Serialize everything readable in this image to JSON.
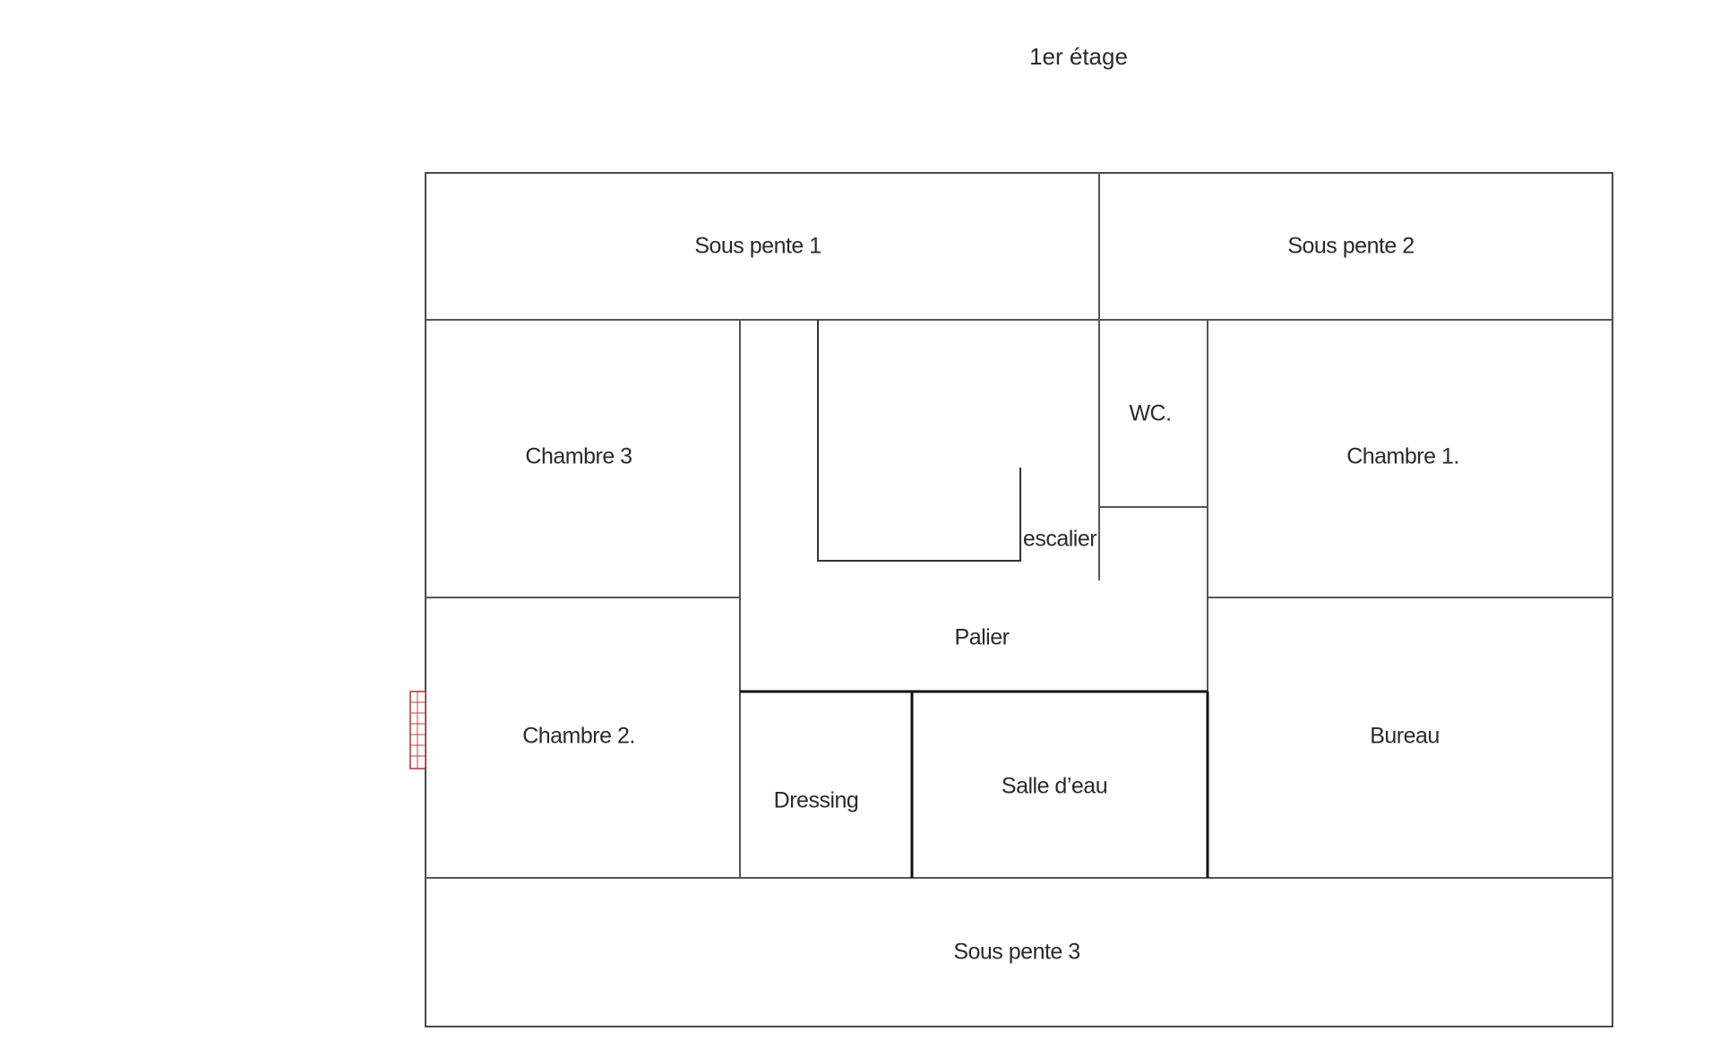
{
  "floor_title": "1er étage",
  "rooms": {
    "sous_pente_1": "Sous pente 1",
    "sous_pente_2": "Sous pente 2",
    "sous_pente_3": "Sous pente 3",
    "chambre_3": "Chambre 3",
    "chambre_2": "Chambre 2.",
    "chambre_1": "Chambre 1.",
    "bureau": "Bureau",
    "wc": "WC.",
    "escalier": "escalier",
    "palier": "Palier",
    "dressing": "Dressing",
    "salle_d_eau": "Salle d’eau"
  },
  "colors": {
    "wall": "#4a4a4a",
    "thick_wall": "#111111",
    "window": "#b03030"
  }
}
